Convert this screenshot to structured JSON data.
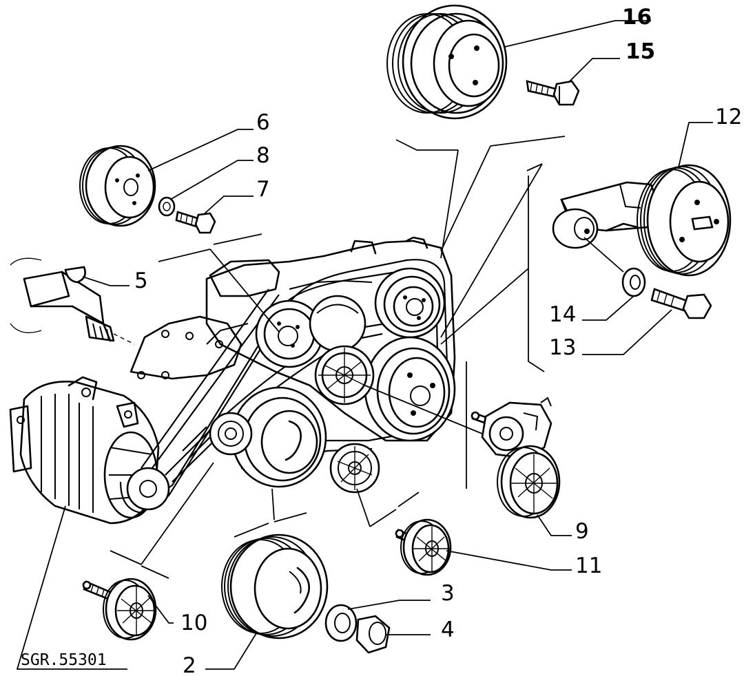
{
  "diagram": {
    "drawing_code": "SGR.55301",
    "callouts": [
      {
        "id": "2",
        "label": "2"
      },
      {
        "id": "3",
        "label": "3"
      },
      {
        "id": "4",
        "label": "4"
      },
      {
        "id": "5",
        "label": "5"
      },
      {
        "id": "6",
        "label": "6"
      },
      {
        "id": "7",
        "label": "7"
      },
      {
        "id": "8",
        "label": "8"
      },
      {
        "id": "9",
        "label": "9"
      },
      {
        "id": "10",
        "label": "10"
      },
      {
        "id": "11",
        "label": "11"
      },
      {
        "id": "12",
        "label": "12"
      },
      {
        "id": "13",
        "label": "13"
      },
      {
        "id": "14",
        "label": "14"
      },
      {
        "id": "15",
        "label": "15"
      },
      {
        "id": "16",
        "label": "16"
      }
    ]
  }
}
